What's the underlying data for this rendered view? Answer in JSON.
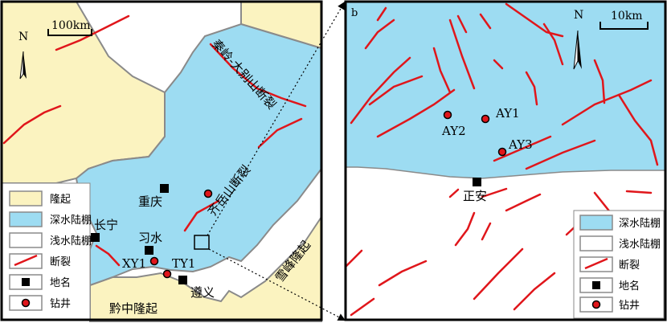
{
  "panel_a": {
    "north_label": "N",
    "scale_label": "100km",
    "labels": {
      "qinling_fault": "秦岭-大别山断裂",
      "qiyueshan_fault": "齐岳山断裂",
      "chongqing": "重庆",
      "changning": "长宁",
      "xishui": "习水",
      "well_xy1": "XY1",
      "well_ty1": "TY1",
      "zunyi": "遵义",
      "qianzhong_uplift": "黔中隆起",
      "xuefeng_uplift": "雪峰隆起"
    },
    "legend": [
      "隆起",
      "深水陆棚",
      "浅水陆棚",
      "断裂",
      "地名",
      "钻井"
    ]
  },
  "panel_b": {
    "panel_letter": "b",
    "north_label": "N",
    "scale_label": "10km",
    "labels": {
      "well_ay1": "AY1",
      "well_ay2": "AY2",
      "well_ay3": "AY3",
      "zhengan": "正安"
    },
    "legend": [
      "深水陆棚",
      "浅水陆棚",
      "断裂",
      "地名",
      "钻井"
    ]
  },
  "colors": {
    "uplift": "#fbf3c0",
    "deep_shelf": "#9ddcf2",
    "shallow_shelf": "#ffffff",
    "fault": "#e0161b",
    "boundary": "#8a8a8a",
    "well": "#e0161b"
  }
}
